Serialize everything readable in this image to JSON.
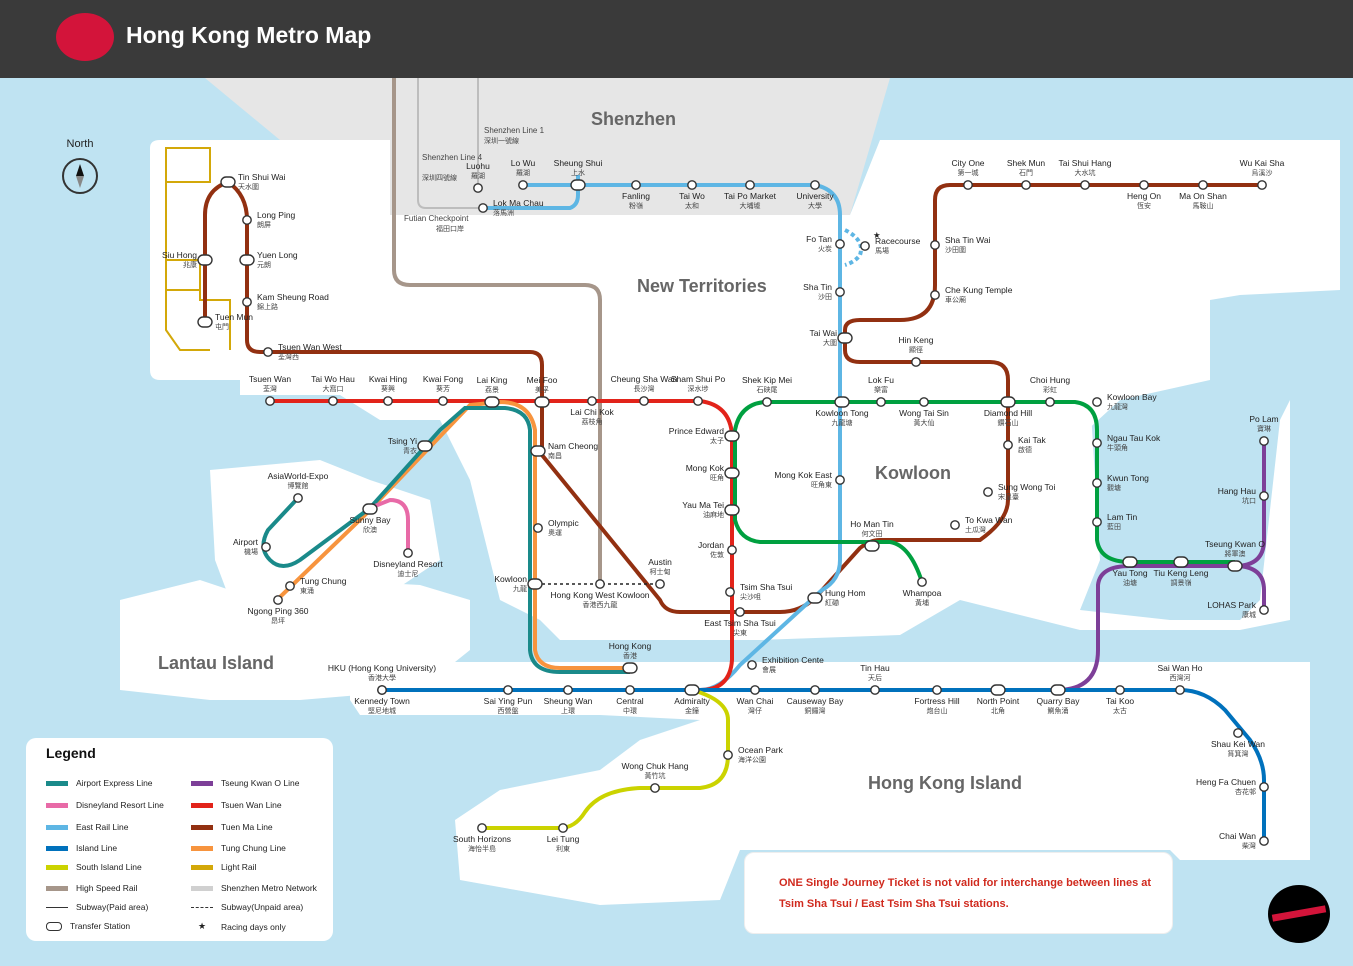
{
  "header": {
    "title": "Hong Kong Metro Map"
  },
  "compass": {
    "label": "North"
  },
  "regions": {
    "shenzhen": "Shenzhen",
    "new_territories": "New Territories",
    "kowloon": "Kowloon",
    "lantau": "Lantau Island",
    "hk_island": "Hong Kong Island"
  },
  "shenzhen_lines": {
    "line1": "Shenzhen Line 1",
    "line1_cn": "深圳一號線",
    "line4": "Shenzhen Line 4",
    "line4_cn": "深圳四號線",
    "futian": "Futian Checkpoint",
    "futian_cn": "福田口岸"
  },
  "stations": [
    {
      "id": "tin-shui-wai",
      "en": "Tin Shui Wai",
      "cn": "天水圍"
    },
    {
      "id": "long-ping",
      "en": "Long Ping",
      "cn": "朗屏"
    },
    {
      "id": "siu-hong",
      "en": "Siu Hong",
      "cn": "兆康"
    },
    {
      "id": "yuen-long",
      "en": "Yuen Long",
      "cn": "元朗"
    },
    {
      "id": "kam-sheung-road",
      "en": "Kam Sheung Road",
      "cn": "錦上路"
    },
    {
      "id": "tuen-mun",
      "en": "Tuen Mun",
      "cn": "屯門"
    },
    {
      "id": "tsuen-wan-west",
      "en": "Tsuen Wan West",
      "cn": "荃灣西"
    },
    {
      "id": "luohu",
      "en": "Luohu",
      "cn": "羅湖"
    },
    {
      "id": "lo-wu",
      "en": "Lo Wu",
      "cn": "羅湖"
    },
    {
      "id": "sheung-shui",
      "en": "Sheung Shui",
      "cn": "上水"
    },
    {
      "id": "lok-ma-chau",
      "en": "Lok Ma Chau",
      "cn": "落馬洲"
    },
    {
      "id": "fanling",
      "en": "Fanling",
      "cn": "粉嶺"
    },
    {
      "id": "tai-wo",
      "en": "Tai Wo",
      "cn": "太和"
    },
    {
      "id": "tai-po-market",
      "en": "Tai Po Market",
      "cn": "大埔墟"
    },
    {
      "id": "university",
      "en": "University",
      "cn": "大學"
    },
    {
      "id": "fo-tan",
      "en": "Fo Tan",
      "cn": "火炭"
    },
    {
      "id": "racecourse",
      "en": "Racecourse",
      "cn": "馬場"
    },
    {
      "id": "sha-tin",
      "en": "Sha Tin",
      "cn": "沙田"
    },
    {
      "id": "tai-wai",
      "en": "Tai Wai",
      "cn": "大圍"
    },
    {
      "id": "city-one",
      "en": "City One",
      "cn": "第一城"
    },
    {
      "id": "shek-mun",
      "en": "Shek Mun",
      "cn": "石門"
    },
    {
      "id": "tai-shui-hang",
      "en": "Tai Shui Hang",
      "cn": "大水坑"
    },
    {
      "id": "heng-on",
      "en": "Heng On",
      "cn": "恆安"
    },
    {
      "id": "ma-on-shan",
      "en": "Ma On Shan",
      "cn": "馬鞍山"
    },
    {
      "id": "wu-kai-sha",
      "en": "Wu Kai Sha",
      "cn": "烏溪沙"
    },
    {
      "id": "sha-tin-wai",
      "en": "Sha Tin Wai",
      "cn": "沙田圍"
    },
    {
      "id": "che-kung-temple",
      "en": "Che Kung Temple",
      "cn": "車公廟"
    },
    {
      "id": "hin-keng",
      "en": "Hin Keng",
      "cn": "顯徑"
    },
    {
      "id": "tsuen-wan",
      "en": "Tsuen Wan",
      "cn": "荃灣"
    },
    {
      "id": "tai-wo-hau",
      "en": "Tai Wo Hau",
      "cn": "大窩口"
    },
    {
      "id": "kwai-hing",
      "en": "Kwai Hing",
      "cn": "葵興"
    },
    {
      "id": "kwai-fong",
      "en": "Kwai Fong",
      "cn": "葵芳"
    },
    {
      "id": "lai-king",
      "en": "Lai King",
      "cn": "荔景"
    },
    {
      "id": "mei-foo",
      "en": "Mei Foo",
      "cn": "美孚"
    },
    {
      "id": "lai-chi-kok",
      "en": "Lai Chi Kok",
      "cn": "荔枝角"
    },
    {
      "id": "cheung-sha-wan",
      "en": "Cheung Sha Wan",
      "cn": "長沙灣"
    },
    {
      "id": "sham-shui-po",
      "en": "Sham Shui Po",
      "cn": "深水埗"
    },
    {
      "id": "shek-kip-mei",
      "en": "Shek Kip Mei",
      "cn": "石硤尾"
    },
    {
      "id": "lok-fu",
      "en": "Lok Fu",
      "cn": "樂富"
    },
    {
      "id": "choi-hung",
      "en": "Choi Hung",
      "cn": "彩虹"
    },
    {
      "id": "kowloon-bay",
      "en": "Kowloon Bay",
      "cn": "九龍灣"
    },
    {
      "id": "kowloon-tong",
      "en": "Kowloon Tong",
      "cn": "九龍塘"
    },
    {
      "id": "wong-tai-sin",
      "en": "Wong Tai Sin",
      "cn": "黃大仙"
    },
    {
      "id": "diamond-hill",
      "en": "Diamond Hill",
      "cn": "鑽石山"
    },
    {
      "id": "kai-tak",
      "en": "Kai Tak",
      "cn": "啟德"
    },
    {
      "id": "ngau-tau-kok",
      "en": "Ngau Tau Kok",
      "cn": "牛頭角"
    },
    {
      "id": "kwun-tong",
      "en": "Kwun Tong",
      "cn": "觀塘"
    },
    {
      "id": "lam-tin",
      "en": "Lam Tin",
      "cn": "藍田"
    },
    {
      "id": "po-lam",
      "en": "Po Lam",
      "cn": "寶琳"
    },
    {
      "id": "hang-hau",
      "en": "Hang Hau",
      "cn": "坑口"
    },
    {
      "id": "tseung-kwan-o",
      "en": "Tseung Kwan O",
      "cn": "將軍澳"
    },
    {
      "id": "lohas-park",
      "en": "LOHAS Park",
      "cn": "康城"
    },
    {
      "id": "yau-tong",
      "en": "Yau Tong",
      "cn": "油塘"
    },
    {
      "id": "tiu-keng-leng",
      "en": "Tiu Keng Leng",
      "cn": "調景嶺"
    },
    {
      "id": "tsing-yi",
      "en": "Tsing Yi",
      "cn": "青衣"
    },
    {
      "id": "nam-cheong",
      "en": "Nam Cheong",
      "cn": "南昌"
    },
    {
      "id": "prince-edward",
      "en": "Prince Edward",
      "cn": "太子"
    },
    {
      "id": "mong-kok",
      "en": "Mong Kok",
      "cn": "旺角"
    },
    {
      "id": "mong-kok-east",
      "en": "Mong Kok East",
      "cn": "旺角東"
    },
    {
      "id": "yau-ma-tei",
      "en": "Yau Ma Tei",
      "cn": "油麻地"
    },
    {
      "id": "jordan",
      "en": "Jordan",
      "cn": "佐敦"
    },
    {
      "id": "olympic",
      "en": "Olympic",
      "cn": "奧運"
    },
    {
      "id": "sung-wong-toi",
      "en": "Sung Wong Toi",
      "cn": "宋皇臺"
    },
    {
      "id": "ho-man-tin",
      "en": "Ho Man Tin",
      "cn": "何文田"
    },
    {
      "id": "to-kwa-wan",
      "en": "To Kwa Wan",
      "cn": "土瓜灣"
    },
    {
      "id": "whampoa",
      "en": "Whampoa",
      "cn": "黃埔"
    },
    {
      "id": "austin",
      "en": "Austin",
      "cn": "柯士甸"
    },
    {
      "id": "kowloon",
      "en": "Kowloon",
      "cn": "九龍"
    },
    {
      "id": "tsim-sha-tsui",
      "en": "Tsim Sha Tsui",
      "cn": "尖沙咀"
    },
    {
      "id": "east-tsim-sha-tsui",
      "en": "East Tsim Sha Tsui",
      "cn": "尖東"
    },
    {
      "id": "hung-hom",
      "en": "Hung Hom",
      "cn": "紅磡"
    },
    {
      "id": "hk-west-kowloon",
      "en": "Hong Kong West Kowloon",
      "cn": "香港西九龍"
    },
    {
      "id": "asiaworld-expo",
      "en": "AsiaWorld-Expo",
      "cn": "博覽館"
    },
    {
      "id": "airport",
      "en": "Airport",
      "cn": "機場"
    },
    {
      "id": "sunny-bay",
      "en": "Sunny Bay",
      "cn": "欣澳"
    },
    {
      "id": "disneyland-resort",
      "en": "Disneyland Resort",
      "cn": "迪士尼"
    },
    {
      "id": "tung-chung",
      "en": "Tung Chung",
      "cn": "東涌"
    },
    {
      "id": "ngong-ping-360",
      "en": "Ngong Ping 360",
      "cn": "昂坪"
    },
    {
      "id": "hku",
      "en": "HKU (Hong Kong University)",
      "cn": "香港大學"
    },
    {
      "id": "hong-kong",
      "en": "Hong Kong",
      "cn": "香港"
    },
    {
      "id": "exhibition-centre",
      "en": "Exhibition Cente",
      "cn": "會展"
    },
    {
      "id": "tin-hau",
      "en": "Tin Hau",
      "cn": "天后"
    },
    {
      "id": "sai-wan-ho",
      "en": "Sai Wan Ho",
      "cn": "西灣河"
    },
    {
      "id": "kennedy-town",
      "en": "Kennedy Town",
      "cn": "堅尼地城"
    },
    {
      "id": "sai-ying-pun",
      "en": "Sai Ying Pun",
      "cn": "西營盤"
    },
    {
      "id": "sheung-wan",
      "en": "Sheung Wan",
      "cn": "上環"
    },
    {
      "id": "central",
      "en": "Central",
      "cn": "中環"
    },
    {
      "id": "admiralty",
      "en": "Admiralty",
      "cn": "金鐘"
    },
    {
      "id": "wan-chai",
      "en": "Wan Chai",
      "cn": "灣仔"
    },
    {
      "id": "causeway-bay",
      "en": "Causeway Bay",
      "cn": "銅鑼灣"
    },
    {
      "id": "fortress-hill",
      "en": "Fortress Hill",
      "cn": "炮台山"
    },
    {
      "id": "north-point",
      "en": "North Point",
      "cn": "北角"
    },
    {
      "id": "quarry-bay",
      "en": "Quarry Bay",
      "cn": "鰂魚涌"
    },
    {
      "id": "tai-koo",
      "en": "Tai Koo",
      "cn": "太古"
    },
    {
      "id": "shau-kei-wan",
      "en": "Shau Kei Wan",
      "cn": "筲箕灣"
    },
    {
      "id": "heng-fa-chuen",
      "en": "Heng Fa Chuen",
      "cn": "杏花邨"
    },
    {
      "id": "chai-wan",
      "en": "Chai Wan",
      "cn": "柴灣"
    },
    {
      "id": "ocean-park",
      "en": "Ocean Park",
      "cn": "海洋公園"
    },
    {
      "id": "wong-chuk-hang",
      "en": "Wong Chuk Hang",
      "cn": "黃竹坑"
    },
    {
      "id": "south-horizons",
      "en": "South Horizons",
      "cn": "海怡半島"
    },
    {
      "id": "lei-tung",
      "en": "Lei Tung",
      "cn": "利東"
    }
  ],
  "legend": {
    "title": "Legend",
    "items": [
      {
        "label": "Airport Express Line",
        "color": "#1a8a8a"
      },
      {
        "label": "Tseung Kwan O Line",
        "color": "#7d3f98"
      },
      {
        "label": "Disneyland Resort Line",
        "color": "#e86aa7"
      },
      {
        "label": "Tsuen Wan Line",
        "color": "#e2231a"
      },
      {
        "label": "East Rail Line",
        "color": "#5eb6e4"
      },
      {
        "label": "Tuen Ma Line",
        "color": "#923011"
      },
      {
        "label": "Island Line",
        "color": "#0071bc"
      },
      {
        "label": "Tung Chung Line",
        "color": "#f7943e"
      },
      {
        "label": "South Island Line",
        "color": "#cbd300"
      },
      {
        "label": "Light Rail",
        "color": "#d3a809"
      },
      {
        "label": "High Speed Rail",
        "color": "#a6968a"
      },
      {
        "label": "Shenzhen Metro Network",
        "color": "#d0d0d0"
      },
      {
        "label": "Subway(Paid area)",
        "color": ""
      },
      {
        "label": "Subway(Unpaid area)",
        "color": ""
      },
      {
        "label": "Transfer Station",
        "color": ""
      },
      {
        "label": "Racing days only",
        "color": ""
      }
    ]
  },
  "notice": {
    "text": "ONE Single Journey Ticket is not valid for interchange between lines at Tsim Sha Tsui / East Tsim Sha Tsui stations."
  },
  "colors": {
    "header": "#3a3a3a",
    "sea": "#bfe3f2",
    "land": "#ffffff",
    "shenzhen": "#e6e6e6",
    "tuen_ma": "#923011",
    "east_rail": "#5eb6e4",
    "tsuen_wan": "#e2231a",
    "kwun_tong": "#00a040",
    "tko": "#7d3f98",
    "island": "#0071bc",
    "south_island": "#cbd300",
    "tung_chung": "#f7943e",
    "airport_express": "#1a8a8a",
    "disney": "#e86aa7",
    "light_rail": "#d3a809",
    "high_speed": "#a6968a"
  }
}
